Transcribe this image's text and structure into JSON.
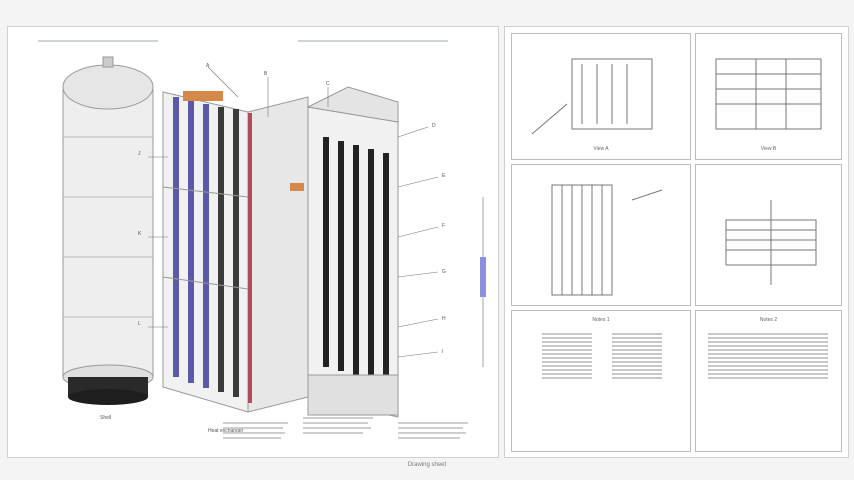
{
  "left": {
    "vessel_label": "Shell",
    "left_note": "Heat exchanger",
    "callouts": [
      "A",
      "B",
      "C",
      "D",
      "E",
      "F",
      "G",
      "H",
      "I",
      "J",
      "K",
      "L"
    ]
  },
  "right": {
    "captions": [
      "View A",
      "View B",
      "",
      "",
      "Notes 1",
      "Notes 2"
    ]
  },
  "footer": "Drawing sheet"
}
